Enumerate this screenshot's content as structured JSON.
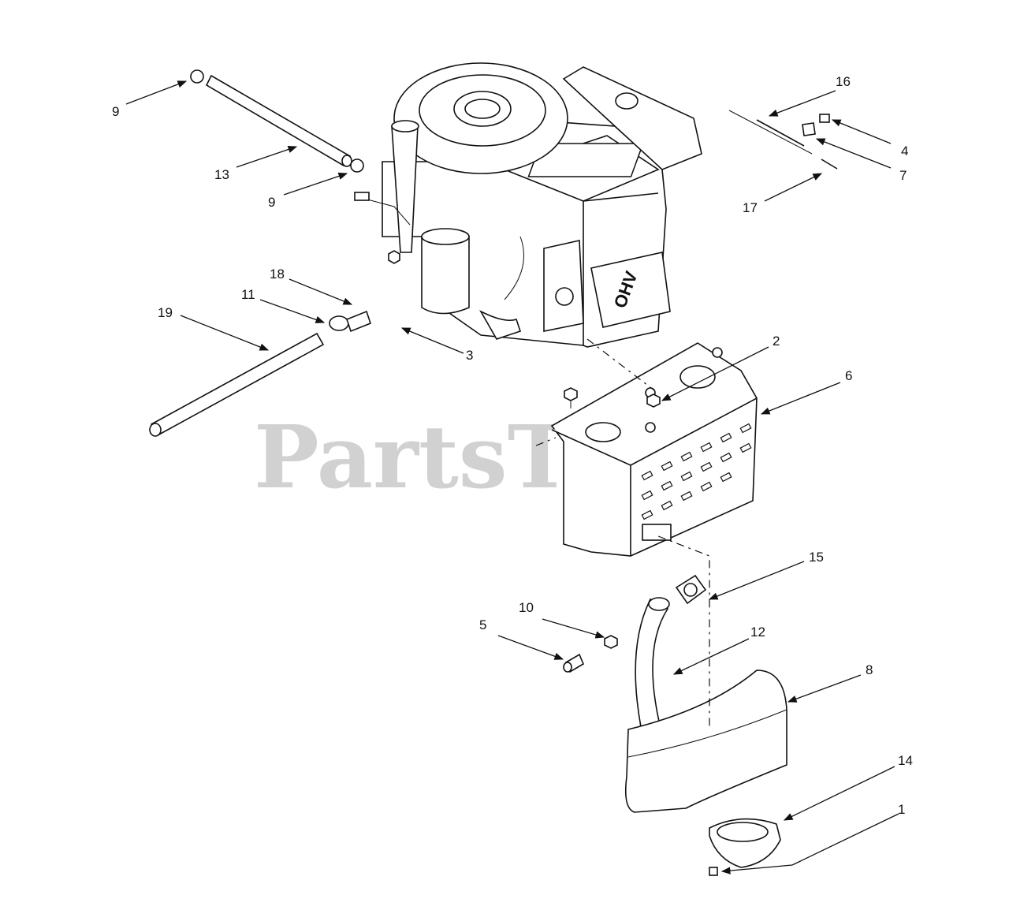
{
  "watermark": "PartsTree",
  "engine_stamp": "OHV",
  "callouts": {
    "c1": "1",
    "c2": "2",
    "c3": "3",
    "c4": "4",
    "c5": "5",
    "c6": "6",
    "c7": "7",
    "c8": "8",
    "c9a": "9",
    "c9b": "9",
    "c10": "10",
    "c11": "11",
    "c12": "12",
    "c13": "13",
    "c14": "14",
    "c15": "15",
    "c16": "16",
    "c17": "17",
    "c18": "18",
    "c19": "19"
  }
}
